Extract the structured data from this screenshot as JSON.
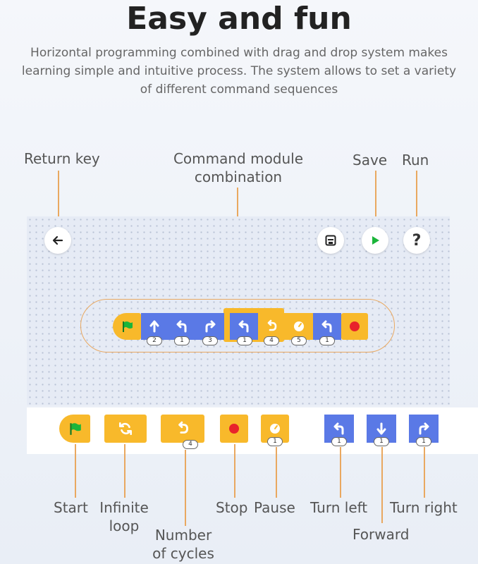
{
  "header": {
    "title": "Easy and fun",
    "subtitle_lines": [
      "Horizontal programming combined with drag and drop system makes",
      "learning simple and intuitive process. The system allows to set a variety",
      "of different command sequences"
    ]
  },
  "callouts_top": {
    "return_key": "Return key",
    "command_module_line1": "Command module",
    "command_module_line2": "combination",
    "save": "Save",
    "run": "Run"
  },
  "toolbar": {
    "help_label": "?"
  },
  "sequence": [
    {
      "kind": "start",
      "param": ""
    },
    {
      "kind": "forward",
      "param": "2"
    },
    {
      "kind": "turn-left",
      "param": "1"
    },
    {
      "kind": "turn-right",
      "param": "3"
    },
    {
      "kind": "turn-left",
      "param": "1"
    },
    {
      "kind": "number-of-cycles",
      "param": "4"
    },
    {
      "kind": "pause",
      "param": "5"
    },
    {
      "kind": "turn-left",
      "param": "1"
    },
    {
      "kind": "stop",
      "param": ""
    }
  ],
  "palette": {
    "loop_param": "4",
    "pause_param": "1",
    "turn_left_param": "1",
    "forward_param": "1",
    "turn_right_param": "1"
  },
  "callouts_bottom": {
    "start": "Start",
    "infinite_line1": "Infinite",
    "infinite_line2": "loop",
    "cycles_line1": "Number",
    "cycles_line2": "of cycles",
    "stop": "Stop",
    "pause": "Pause",
    "turn_left": "Turn left",
    "turn_right": "Turn right",
    "forward": "Forward"
  },
  "colors": {
    "command_blue": "#5a79e6",
    "control_orange": "#f8b92b",
    "start_flag_green": "#1bb53a",
    "stop_red": "#e8232b",
    "callout_line": "#e9a860"
  }
}
